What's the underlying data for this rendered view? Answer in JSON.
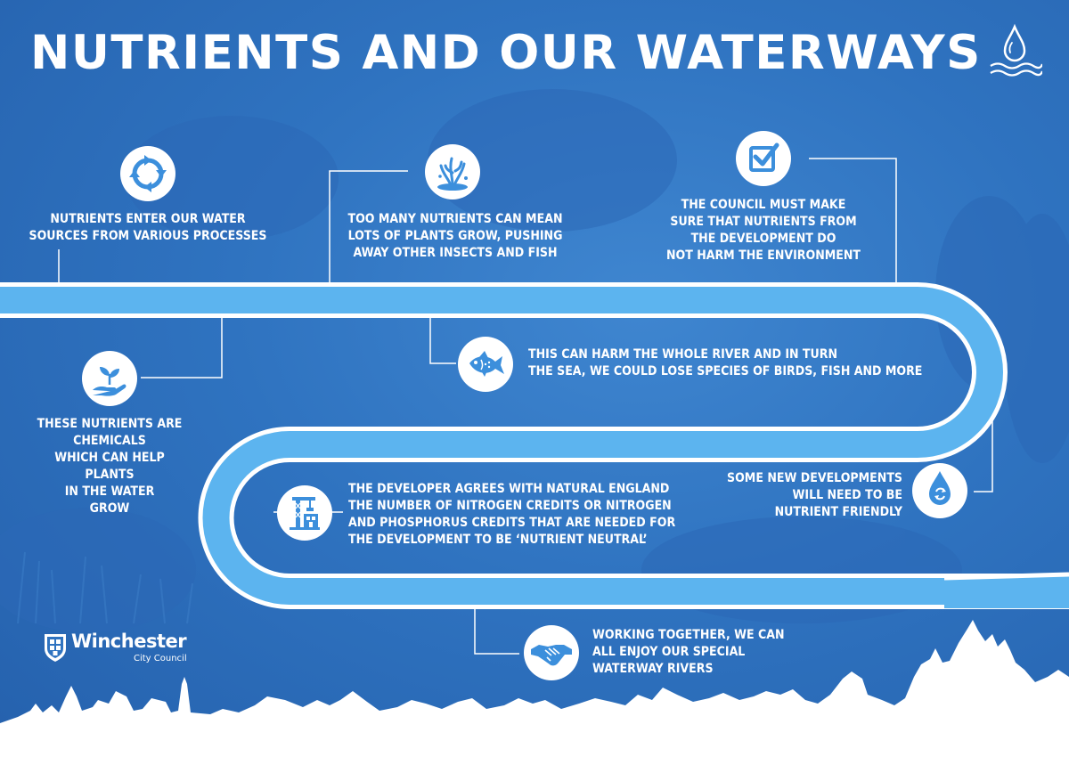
{
  "title": "NUTRIENTS AND OUR WATERWAYS",
  "captions": {
    "enter": "NUTRIENTS ENTER OUR WATER\nSOURCES FROM VARIOUS PROCESSES",
    "too_many": "TOO MANY NUTRIENTS CAN MEAN\nLOTS OF PLANTS GROW, PUSHING\nAWAY OTHER INSECTS AND FISH",
    "council": "THE COUNCIL MUST MAKE\nSURE THAT NUTRIENTS FROM\nTHE DEVELOPMENT DO\nNOT HARM THE ENVIRONMENT",
    "chemicals": "THESE NUTRIENTS ARE\nCHEMICALS\nWHICH CAN HELP\nPLANTS\nIN THE WATER\nGROW",
    "harm": "THIS CAN HARM THE WHOLE RIVER AND IN TURN\nTHE SEA, WE COULD LOSE SPECIES OF BIRDS, FISH AND MORE",
    "new_dev": "SOME NEW DEVELOPMENTS\nWILL NEED TO BE\nNUTRIENT FRIENDLY",
    "developer": "THE DEVELOPER AGREES WITH NATURAL ENGLAND\nTHE NUMBER OF NITROGEN CREDITS OR NITROGEN\nAND PHOSPHORUS CREDITS THAT ARE NEEDED FOR\nTHE DEVELOPMENT TO BE ‘NUTRIENT NEUTRAL’",
    "together": "WORKING TOGETHER, WE CAN\nALL ENJOY OUR SPECIAL\nWATERWAY RIVERS"
  },
  "logo": {
    "name": "Winchester",
    "subtitle": "City Council"
  },
  "icons": {
    "header": "water-drop-icon",
    "enter": "recycle-cycle-icon",
    "too_many": "water-plants-icon",
    "council": "checkbox-icon",
    "chemicals": "hand-seedling-icon",
    "harm": "fish-icon",
    "new_dev": "recycle-drop-icon",
    "developer": "building-crane-icon",
    "together": "handshake-icon"
  },
  "colors": {
    "background": "#2f73c0",
    "river": "#5cb4ef",
    "river_border": "#ffffff",
    "icon_fill": "#3c8fdc",
    "text": "#ffffff"
  }
}
